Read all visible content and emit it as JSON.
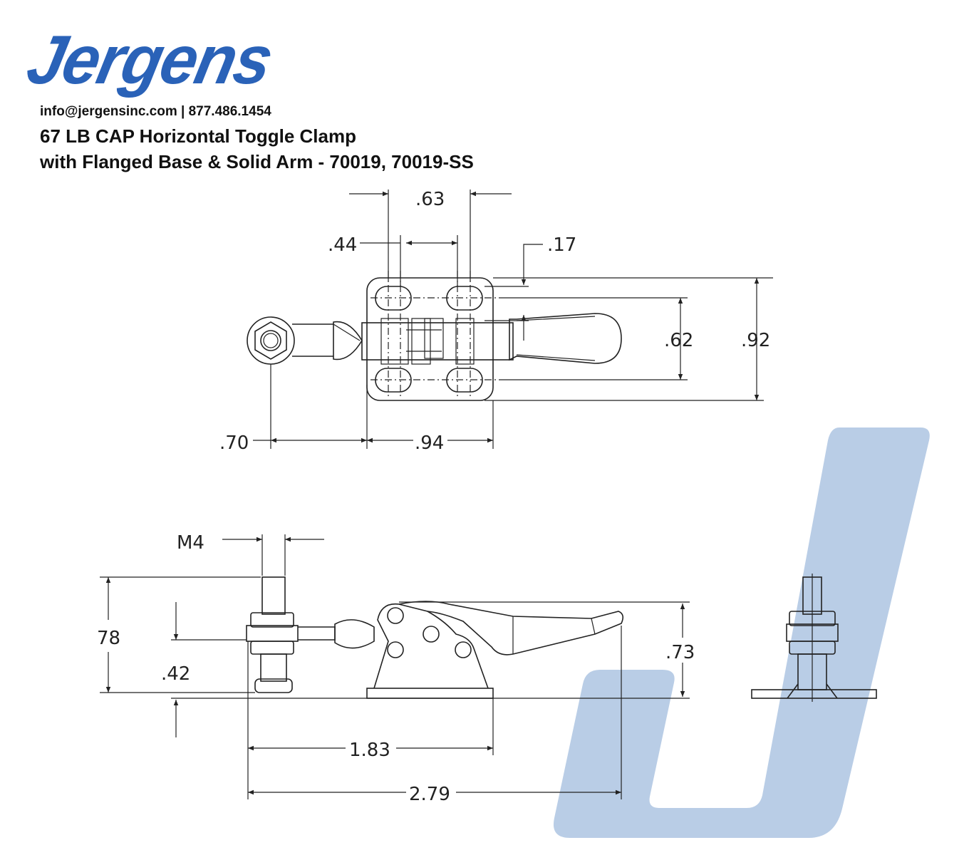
{
  "brand": {
    "logo_text": "Jergens",
    "logo_color": "#2a62b8",
    "watermark_color": "#b9cde6"
  },
  "header": {
    "contact": "info@jergensinc.com | 877.486.1454",
    "title_line1": "67 LB CAP Horizontal Toggle Clamp",
    "title_line2": "with Flanged Base & Solid Arm - 70019, 70019-SS"
  },
  "top_view": {
    "dims": {
      "d063": ".63",
      "d044": ".44",
      "d017": ".17",
      "d062": ".62",
      "d092": ".92",
      "d070": ".70",
      "d094": ".94"
    }
  },
  "side_view": {
    "dims": {
      "m4": "M4",
      "d78": "78",
      "d042": ".42",
      "d073": ".73",
      "d183": "1.83",
      "d279": "2.79"
    }
  }
}
